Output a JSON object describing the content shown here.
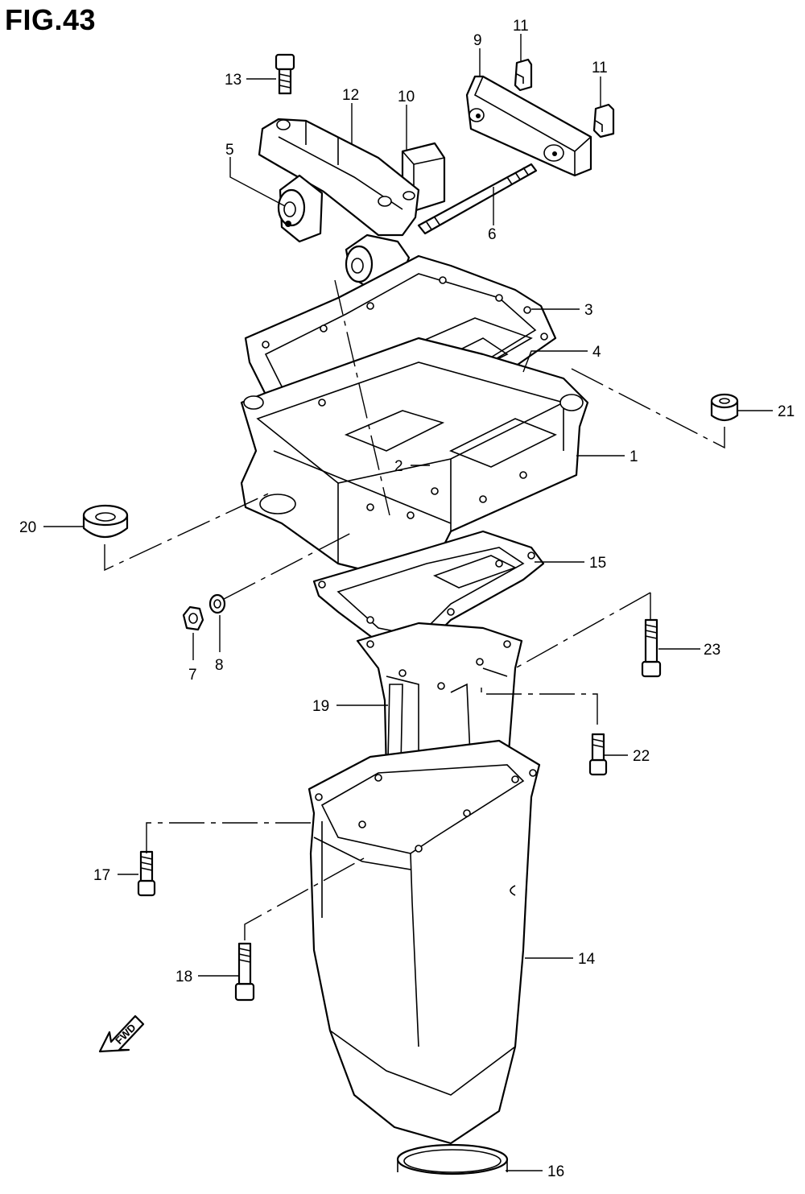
{
  "figure": {
    "title": "FIG.43"
  },
  "direction_marker": {
    "text": "FWD"
  },
  "callouts": {
    "c1": "1",
    "c2": "2",
    "c3": "3",
    "c4": "4",
    "c5": "5",
    "c6": "6",
    "c7": "7",
    "c8": "8",
    "c9": "9",
    "c10": "10",
    "c11a": "11",
    "c11b": "11",
    "c12": "12",
    "c13": "13",
    "c14": "14",
    "c15": "15",
    "c16": "16",
    "c17": "17",
    "c18": "18",
    "c19": "19",
    "c20": "20",
    "c21": "21",
    "c22": "22",
    "c23": "23"
  },
  "colors": {
    "line": "#000000",
    "background": "#ffffff"
  }
}
